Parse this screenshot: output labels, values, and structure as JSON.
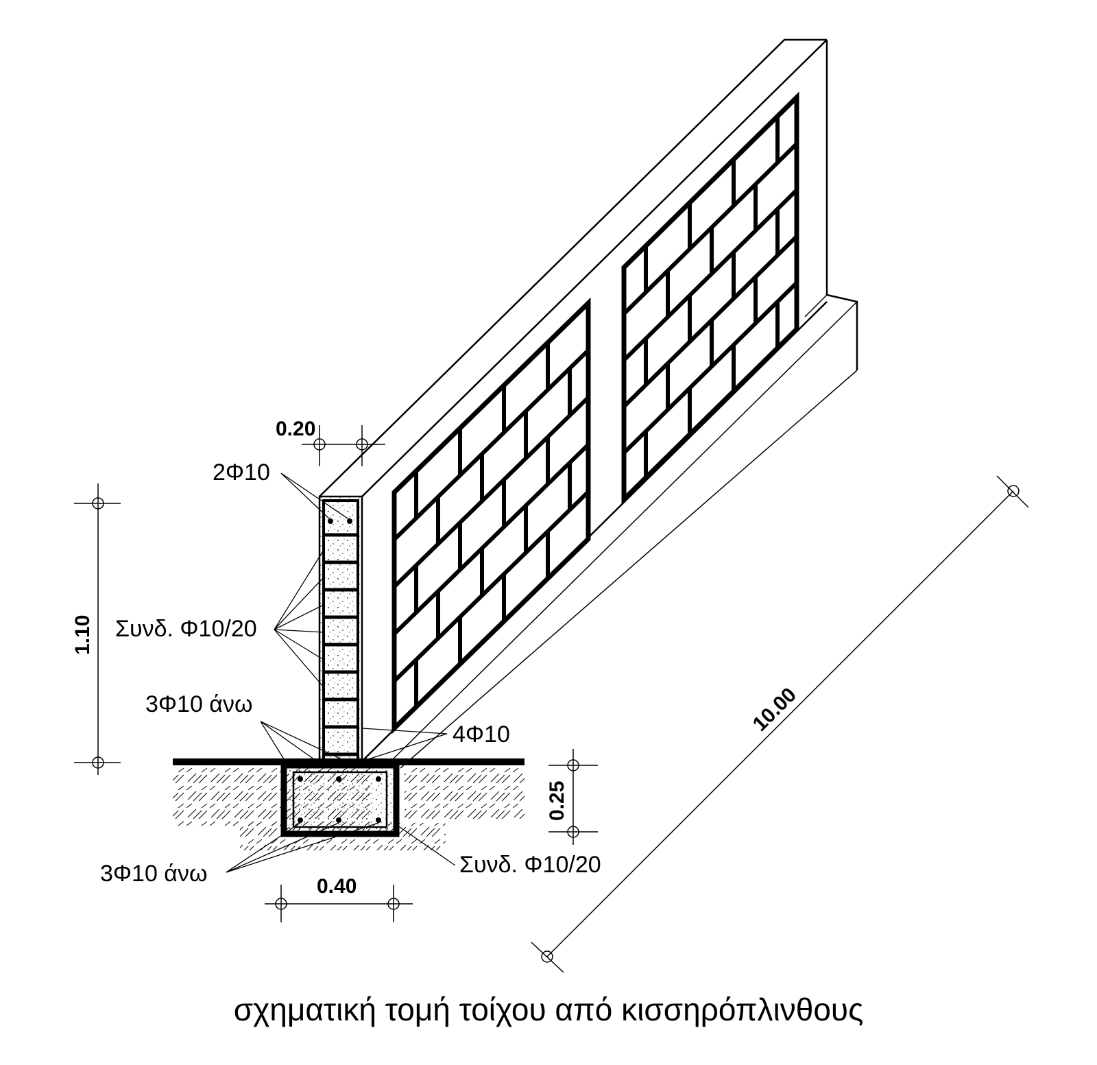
{
  "diagram": {
    "caption": "σχηματική τομή τοίχου από κισσηρόπλινθους",
    "dimensions": {
      "wall_thickness": "0.20",
      "wall_height": "1.10",
      "footing_width": "0.40",
      "footing_depth": "0.25",
      "wall_length": "10.00"
    },
    "rebar_labels": {
      "top_bars": "2Φ10",
      "wall_stirrups": "Συνδ. Φ10/20",
      "wall_upper_bars": "3Φ10 άνω",
      "footing_bars": "4Φ10",
      "footing_upper_bars": "3Φ10 άνω",
      "footing_stirrups": "Συνδ. Φ10/20"
    },
    "colors": {
      "ink": "#000000",
      "paper": "#ffffff"
    }
  }
}
